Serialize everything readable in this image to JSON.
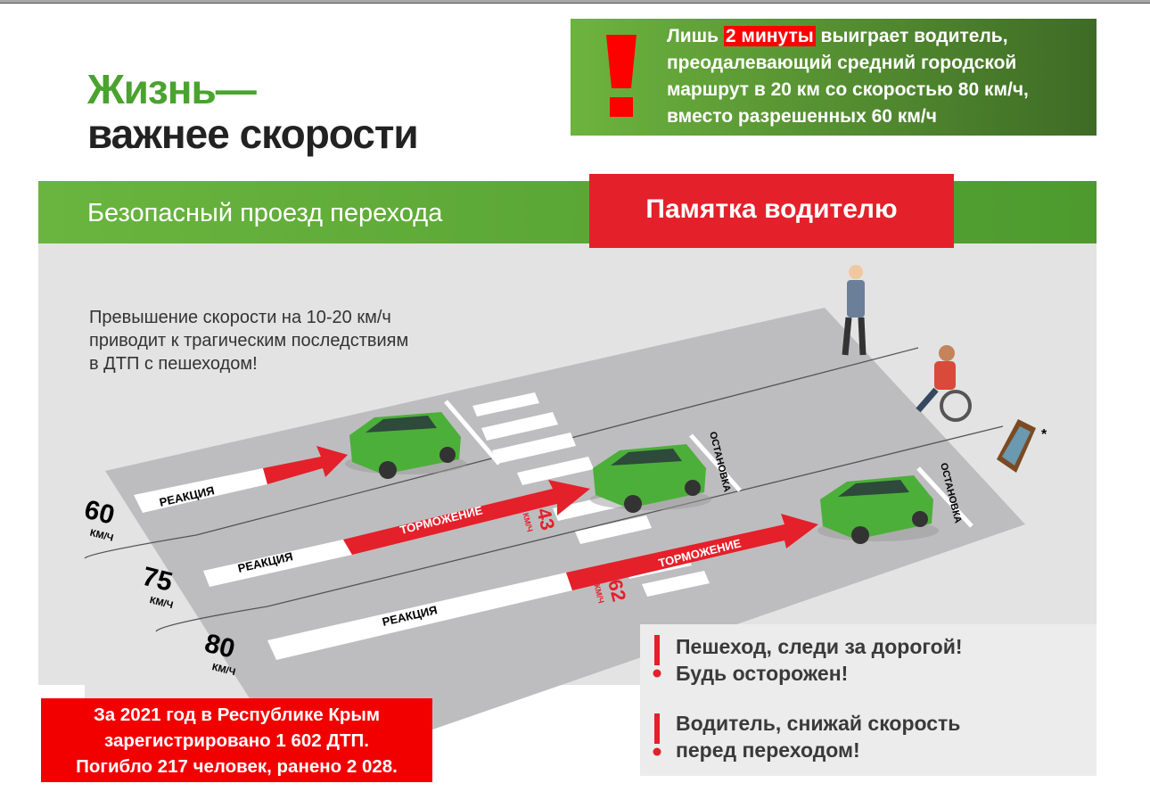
{
  "title": {
    "line1": "Жизнь—",
    "line2": "важнее скорости"
  },
  "tip": {
    "before": "Лишь ",
    "highlight": "2 минуты",
    "after": " выиграет водитель,",
    "line2": "преодалевающий средний городской",
    "line3": "маршрут в 20 км со скоростью 80 км/ч,",
    "line4": "вместо разрешенных 60 км/ч"
  },
  "band": {
    "title": "Безопасный проезд перехода",
    "tag": "Памятка водителю"
  },
  "warning": {
    "line1": "Превышение скорости на 10-20 км/ч",
    "line2": "приводит к трагическим последствиям",
    "line3": "в ДТП с пешеходом!"
  },
  "lanes": [
    {
      "speed": "60",
      "unit": "КМ/Ч",
      "reaction": "РЕАКЦИЯ"
    },
    {
      "speed": "75",
      "unit": "КМ/Ч",
      "reaction": "РЕАКЦИЯ",
      "braking": "ТОРМОЖЕНИЕ",
      "impact_speed": "43",
      "impact_unit": "КМ/Ч"
    },
    {
      "speed": "80",
      "unit": "КМ/Ч",
      "reaction": "РЕАКЦИЯ",
      "braking": "ТОРМОЖЕНИЕ",
      "impact_speed": "62",
      "impact_unit": "КМ/Ч"
    }
  ],
  "stop_label": "ОСТАНОВКА",
  "asterisk": "*",
  "notes": [
    {
      "line1": "Пешеход, следи за дорогой!",
      "line2": "Будь осторожен!"
    },
    {
      "line1": "Водитель, снижай скорость",
      "line2": "перед переходом!"
    }
  ],
  "stats": {
    "line1": "За 2021 год в Республике  Крым",
    "line2": "зарегистрировано 1 602 ДТП.",
    "line3": "Погибло 217 человек, ранено 2 028."
  },
  "colors": {
    "green": "#5aa83a",
    "red": "#e4202a",
    "car": "#4caf3a"
  }
}
